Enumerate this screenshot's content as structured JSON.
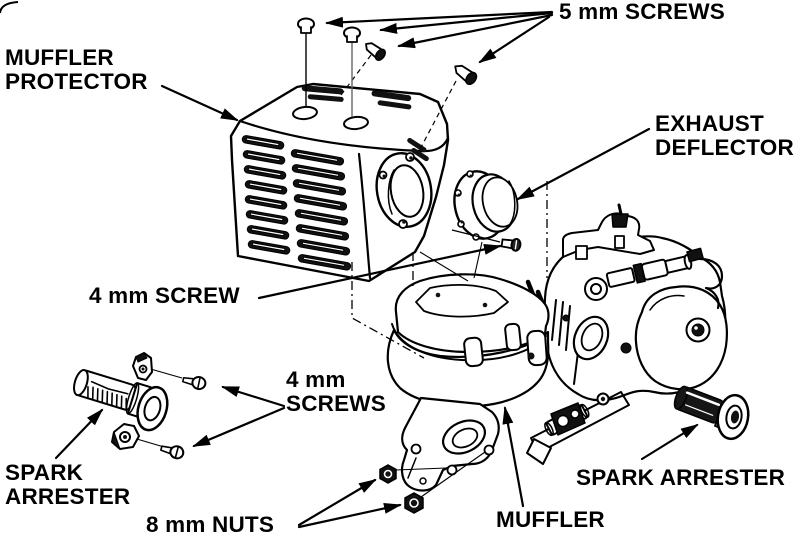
{
  "figure": {
    "background_color": "#ffffff",
    "ink_color": "#000000",
    "kind": "exploded parts diagram"
  },
  "labels": {
    "muffler_protector": "MUFFLER PROTECTOR",
    "five_mm_screws": "5 mm SCREWS",
    "exhaust_deflector": "EXHAUST DEFLECTOR",
    "four_mm_screw": "4 mm SCREW",
    "four_mm_screws": "4 mm SCREWS",
    "spark_arrester_left": "SPARK ARRESTER",
    "eight_mm_nuts": "8 mm NUTS",
    "muffler": "MUFFLER",
    "spark_arrester_right": "SPARK ARRESTER"
  }
}
